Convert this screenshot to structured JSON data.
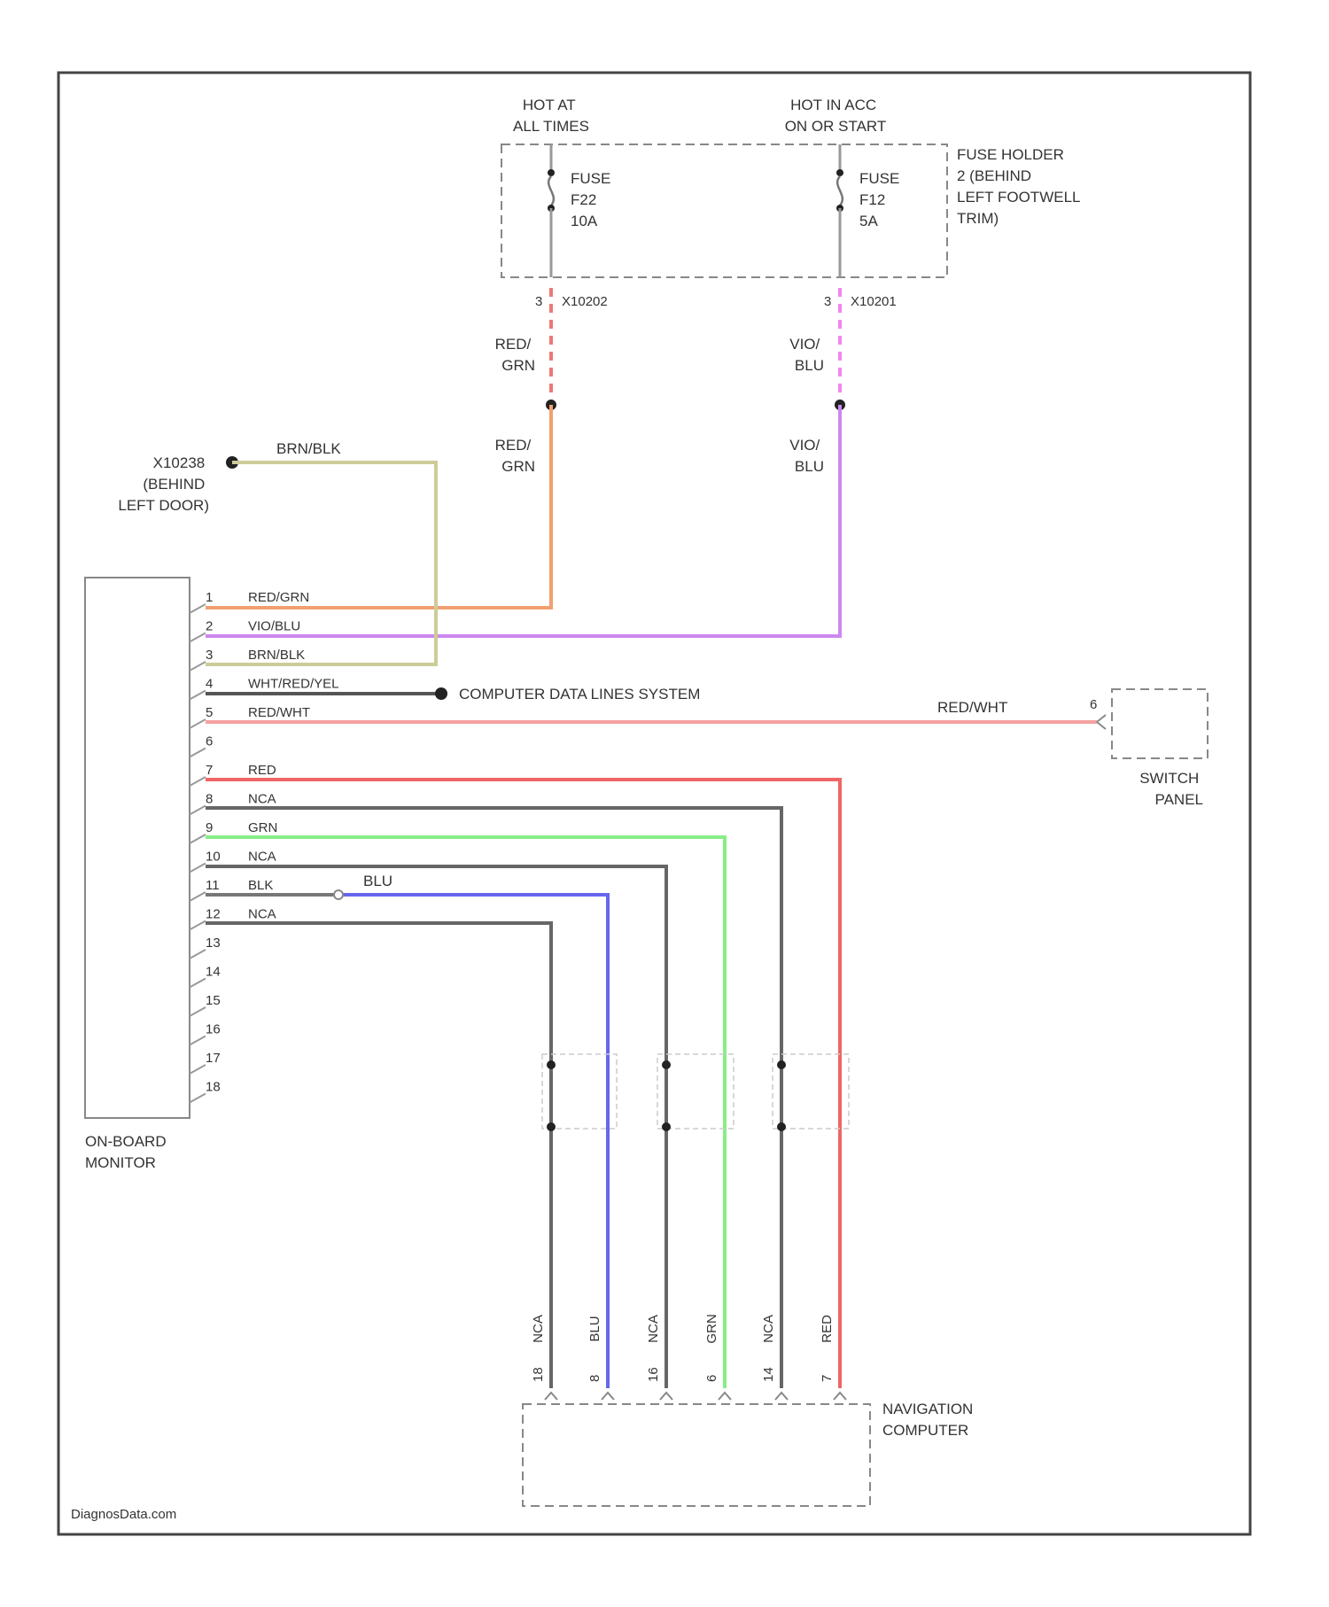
{
  "fuse_holder": {
    "label": [
      "FUSE HOLDER",
      "2 (BEHIND",
      "LEFT FOOTWELL",
      "TRIM)"
    ],
    "hot_left": [
      "HOT AT",
      "ALL TIMES"
    ],
    "hot_right": [
      "HOT IN ACC",
      "ON OR START"
    ],
    "fuse_left": [
      "FUSE",
      "F22",
      "10A"
    ],
    "fuse_right": [
      "FUSE",
      "F12",
      "5A"
    ],
    "conn_left": {
      "pin": "3",
      "id": "X10202"
    },
    "conn_right": {
      "pin": "3",
      "id": "X10201"
    }
  },
  "wire_labels": {
    "fuse_left_upper": [
      "RED/",
      "GRN"
    ],
    "fuse_left_lower": [
      "RED/",
      "GRN"
    ],
    "fuse_right_upper": [
      "VIO/",
      "BLU"
    ],
    "fuse_right_lower": [
      "VIO/",
      "BLU"
    ],
    "ground_wire": "BRN/BLK",
    "switch_wire": "RED/WHT",
    "pin11_shield": "BLU"
  },
  "ground": {
    "label": [
      "X10238",
      "(BEHIND",
      "LEFT DOOR)"
    ]
  },
  "computer_data_lines": "COMPUTER DATA LINES SYSTEM",
  "switch_panel": {
    "label": [
      "SWITCH",
      "PANEL"
    ],
    "pin": "6"
  },
  "on_board_monitor": {
    "label": [
      "ON-BOARD",
      "MONITOR"
    ],
    "pins": [
      {
        "num": "1",
        "wire": "RED/GRN"
      },
      {
        "num": "2",
        "wire": "VIO/BLU"
      },
      {
        "num": "3",
        "wire": "BRN/BLK"
      },
      {
        "num": "4",
        "wire": "WHT/RED/YEL"
      },
      {
        "num": "5",
        "wire": "RED/WHT"
      },
      {
        "num": "6",
        "wire": ""
      },
      {
        "num": "7",
        "wire": "RED"
      },
      {
        "num": "8",
        "wire": "NCA"
      },
      {
        "num": "9",
        "wire": "GRN"
      },
      {
        "num": "10",
        "wire": "NCA"
      },
      {
        "num": "11",
        "wire": "BLK"
      },
      {
        "num": "12",
        "wire": "NCA"
      },
      {
        "num": "13",
        "wire": ""
      },
      {
        "num": "14",
        "wire": ""
      },
      {
        "num": "15",
        "wire": ""
      },
      {
        "num": "16",
        "wire": ""
      },
      {
        "num": "17",
        "wire": ""
      },
      {
        "num": "18",
        "wire": ""
      }
    ]
  },
  "navigation_computer": {
    "label": [
      "NAVIGATION",
      "COMPUTER"
    ],
    "wires": [
      {
        "label": "NCA",
        "pin": "18"
      },
      {
        "label": "BLU",
        "pin": "8"
      },
      {
        "label": "NCA",
        "pin": "16"
      },
      {
        "label": "GRN",
        "pin": "6"
      },
      {
        "label": "NCA",
        "pin": "14"
      },
      {
        "label": "RED",
        "pin": "7"
      }
    ]
  },
  "colors": {
    "red_grn": "#f0a070",
    "vio_blu": "#cc88ee",
    "brn_blk": "#cccc99",
    "wht_red_yel": "#555555",
    "red_wht": "#f5a0a0",
    "red": "#ee6666",
    "nca": "#666666",
    "grn": "#88ee88",
    "blk": "#777777",
    "blu": "#6666ee"
  },
  "watermark": "DiagnosData.com"
}
